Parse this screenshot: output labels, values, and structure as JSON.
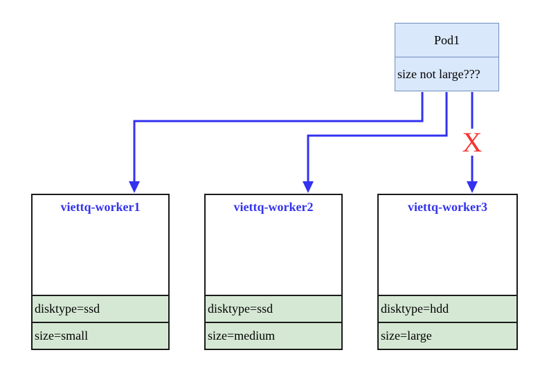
{
  "diagram": {
    "pod": {
      "title": "Pod1",
      "condition": "size not large???"
    },
    "workers": [
      {
        "name": "viettq-worker1",
        "labels": [
          "disktype=ssd",
          "size=small"
        ]
      },
      {
        "name": "viettq-worker2",
        "labels": [
          "disktype=ssd",
          "size=medium"
        ]
      },
      {
        "name": "viettq-worker3",
        "labels": [
          "disktype=hdd",
          "size=large"
        ]
      }
    ],
    "rejection_mark": "X",
    "colors": {
      "pod_fill": "#dae8fc",
      "pod_stroke": "#6c8ebf",
      "label_fill": "#d5e8d4",
      "node_stroke": "#1a1a1a",
      "arrow_blue": "#3232f0",
      "worker_title_blue": "#3333ee",
      "reject_red": "#f63333"
    }
  }
}
